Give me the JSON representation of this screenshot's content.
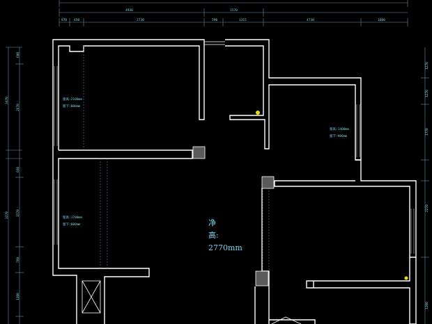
{
  "drawing": {
    "top_dims": {
      "overall_top": "",
      "segment_a": "4930",
      "segment_b": "1570",
      "row2": [
        "870",
        "450",
        "2730",
        "590",
        "1315",
        "4730",
        "1600"
      ]
    },
    "left_dims": {
      "outer": [
        "3470",
        "3270"
      ],
      "inner": [
        "600",
        "2670",
        "660",
        "1570",
        "760",
        "1200"
      ]
    },
    "right_dims": [
      "1270",
      "1270",
      "1770",
      "2270",
      "1200"
    ],
    "room_notes": {
      "bedroom_top_left": [
        "窗高:2100mm",
        "窗下:800mm"
      ],
      "bedroom_right": [
        "窗高:1400mm",
        "窗下:900mm"
      ],
      "living_left": [
        "窗高:1700mm",
        "窗下:600mm"
      ]
    },
    "center_label": {
      "line1": "净",
      "line2": "高:",
      "line3": "2770mm"
    },
    "colors": {
      "wall": "#ffffff",
      "dimension": "#7fd4e8",
      "dashed": "#5d86b8",
      "column": "#5a5a5a",
      "marker": "#e8e000"
    }
  }
}
